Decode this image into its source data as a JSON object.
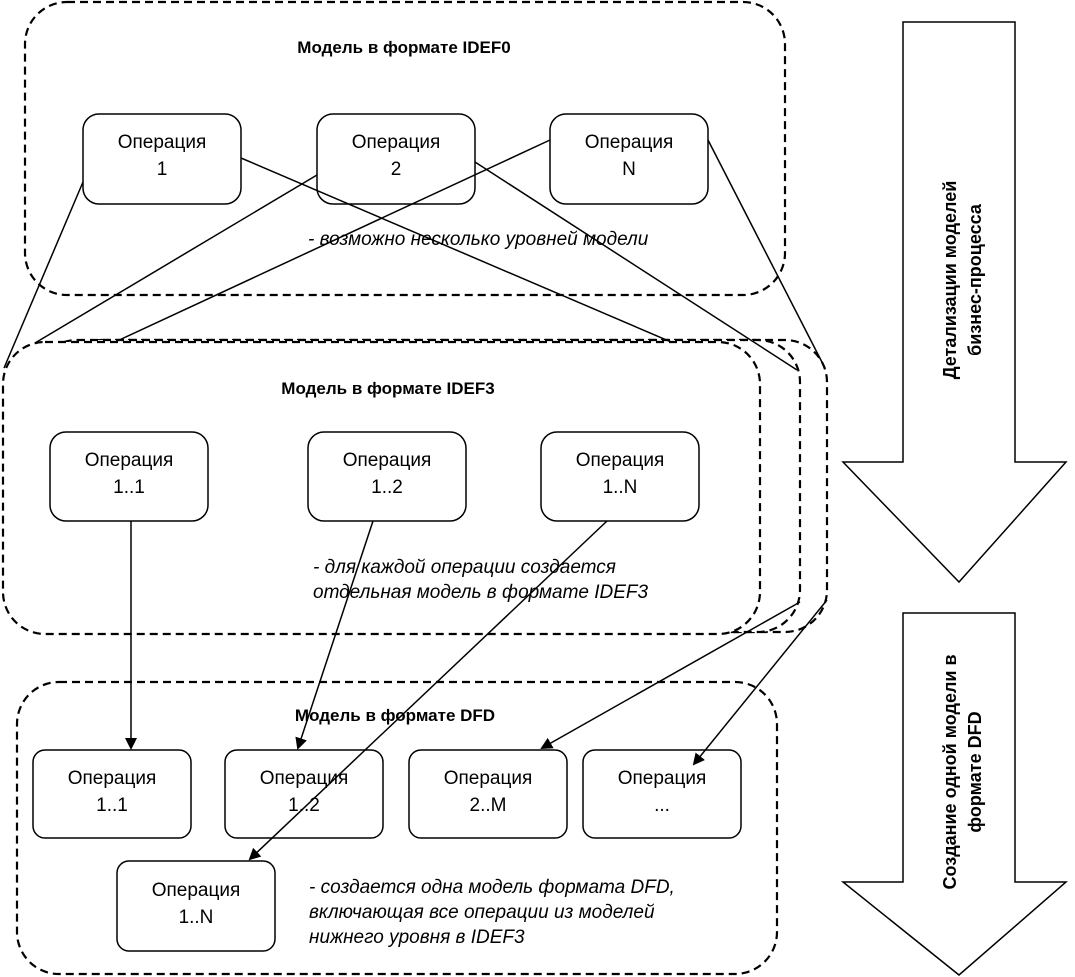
{
  "idef0": {
    "title": "Модель в формате IDEF0",
    "ops": [
      {
        "line1": "Операция",
        "line2": "1"
      },
      {
        "line1": "Операция",
        "line2": "2"
      },
      {
        "line1": "Операция",
        "line2": "N"
      }
    ],
    "note": "- возможно несколько уровней модели"
  },
  "idef3": {
    "title": "Модель в формате IDEF3",
    "ops": [
      {
        "line1": "Операция",
        "line2": "1..1"
      },
      {
        "line1": "Операция",
        "line2": "1..2"
      },
      {
        "line1": "Операция",
        "line2": "1..N"
      }
    ],
    "note_line1": "- для каждой операции создается",
    "note_line2": "отдельная модель в формате IDEF3"
  },
  "dfd": {
    "title": "Модель в формате DFD",
    "ops": [
      {
        "line1": "Операция",
        "line2": "1..1"
      },
      {
        "line1": "Операция",
        "line2": "1..2"
      },
      {
        "line1": "Операция",
        "line2": "2..M"
      },
      {
        "line1": "Операция",
        "line2": "..."
      },
      {
        "line1": "Операция",
        "line2": "1..N"
      }
    ],
    "note_line1": "- создается одна модель формата DFD,",
    "note_line2": "включающая все операции из моделей",
    "note_line3": "нижнего уровня в IDEF3"
  },
  "side_arrows": {
    "top_line1": "Детализации моделей",
    "top_line2": "бизнес-процесса",
    "bottom_line1": "Создание одной модели в",
    "bottom_line2": "формате DFD"
  }
}
